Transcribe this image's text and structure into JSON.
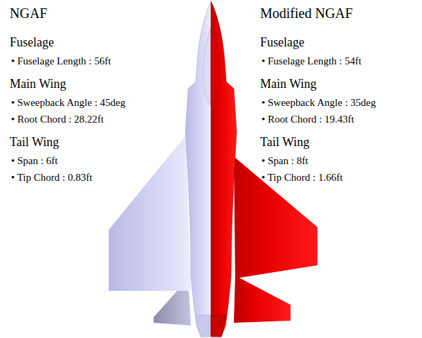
{
  "diagram": {
    "labels": [
      "NGAF",
      "Fuselage",
      "• Fuselage Length : 56ft",
      "Main Wing",
      "• Sweepback Angle : 45deg",
      "• Root Chord : 28.22ft",
      "Tail Wing",
      "• Span : 6ft",
      "• Tip Chord : 0.83ft",
      "Modified NGAF",
      "Fuselage",
      "• Fuselage Length : 54ft",
      "Main Wing",
      "• Sweepback Angle : 35deg",
      "• Root Chord : 19.43ft",
      "Tail Wing",
      "• Span : 8ft",
      "• Tip Chord : 1.66ft"
    ]
  }
}
